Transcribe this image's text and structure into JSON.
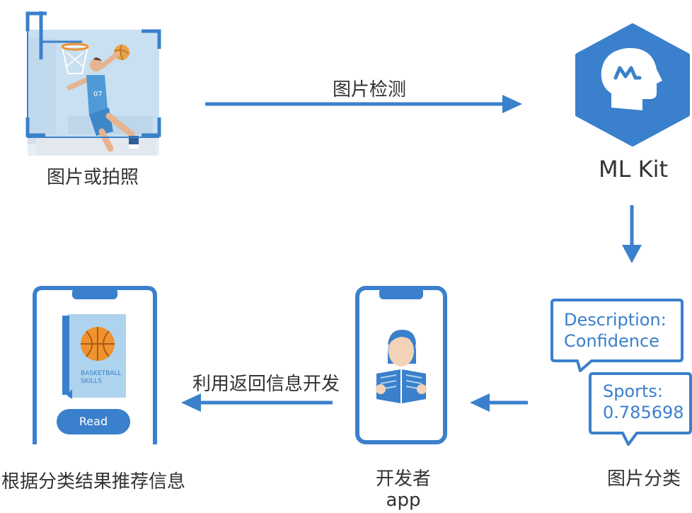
{
  "nodes": {
    "input_label": "图片或拍照",
    "mlkit_label": "ML Kit",
    "classification_label": "图片分类",
    "developer_label_line1": "开发者",
    "developer_label_line2": "app",
    "recommend_label": "根据分类结果推荐信息"
  },
  "edges": {
    "detect_label": "图片检测",
    "return_label": "利用返回信息开发"
  },
  "bubbles": {
    "description_line1": "Description:",
    "description_line2": "Confidence",
    "sports_line1": "Sports:",
    "sports_line2": "0.785698"
  },
  "book": {
    "title_line1": "BASKETBALL",
    "title_line2": "SKILLS",
    "read_button": "Read"
  },
  "colors": {
    "primary": "#3a80cc",
    "light_blue": "#aed3ee",
    "orange": "#f0922e"
  }
}
